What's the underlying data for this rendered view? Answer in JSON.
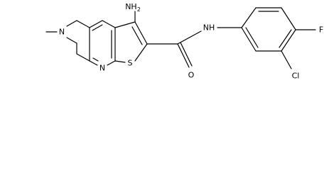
{
  "molecule": {
    "atoms": {
      "amine": "NH",
      "amine_h": "2",
      "ring_n": "N",
      "pyridine_n": "N",
      "thiophene_s": "S",
      "amide_nh": "NH",
      "carbonyl_o": "O",
      "fluoro": "F",
      "chloro": "Cl"
    }
  },
  "colors": {
    "bond": "#000000",
    "text": "#000000",
    "background": "#ffffff"
  }
}
